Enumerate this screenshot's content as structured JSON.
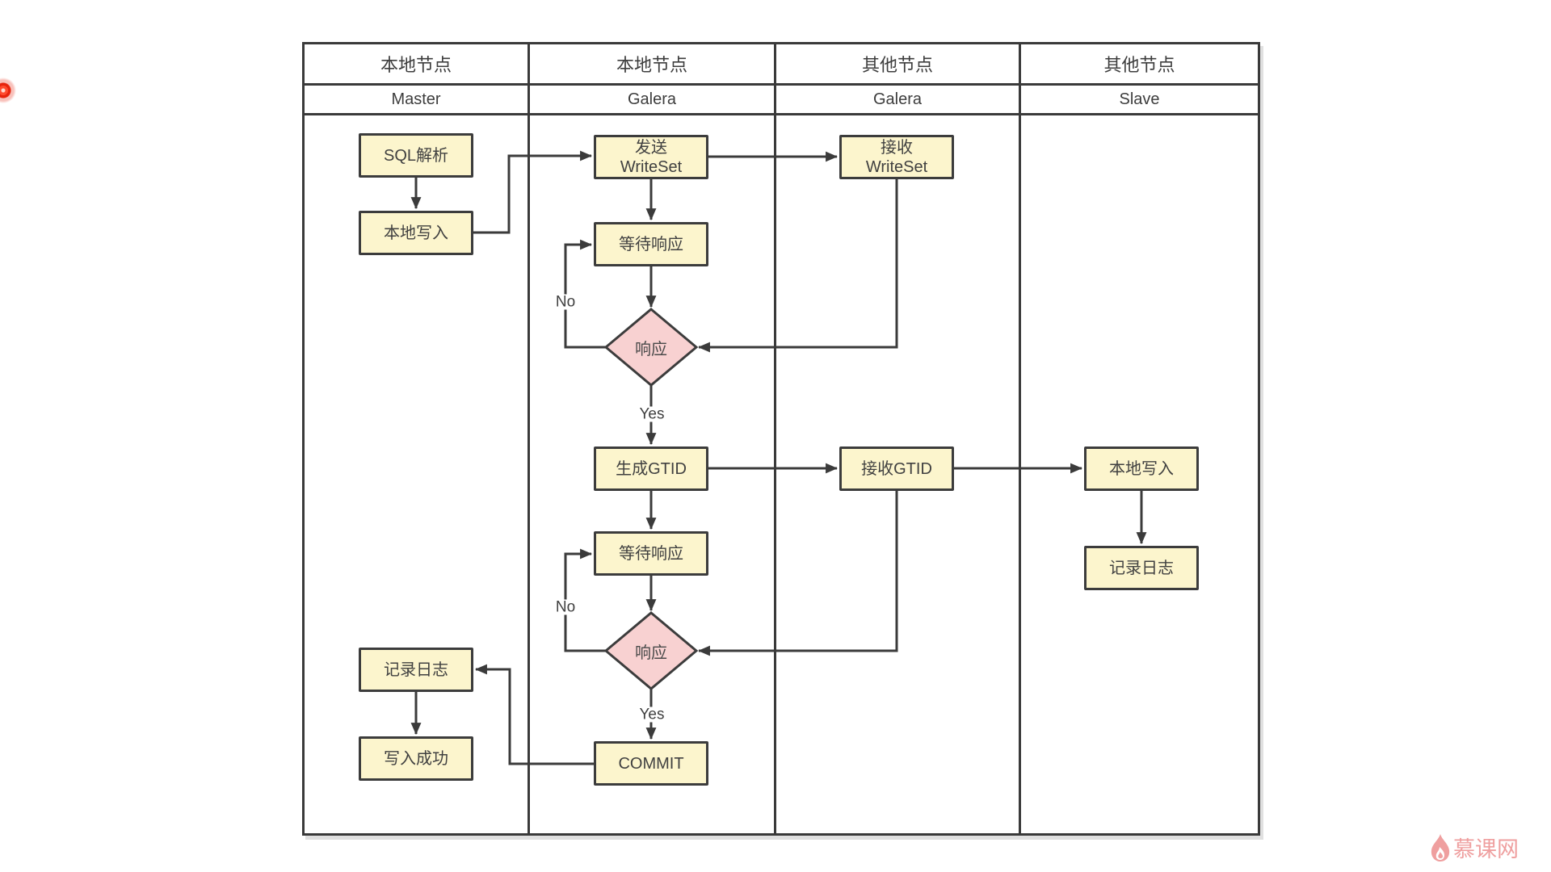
{
  "page": {
    "background": "#ffffff"
  },
  "lanes": {
    "header_row1": [
      "本地节点",
      "本地节点",
      "其他节点",
      "其他节点"
    ],
    "header_row2": [
      "Master",
      "Galera",
      "Galera",
      "Slave"
    ]
  },
  "nodes": {
    "sql_parse": {
      "label": "SQL解析"
    },
    "local_write_master": {
      "label": "本地写入"
    },
    "send_writeset": {
      "label": "发送\nWriteSet"
    },
    "recv_writeset": {
      "label": "接收\nWriteSet"
    },
    "wait_response_1": {
      "label": "等待响应"
    },
    "response_1": {
      "label": "响应"
    },
    "gen_gtid": {
      "label": "生成GTID"
    },
    "recv_gtid": {
      "label": "接收GTID"
    },
    "local_write_slave": {
      "label": "本地写入"
    },
    "log_slave": {
      "label": "记录日志"
    },
    "wait_response_2": {
      "label": "等待响应"
    },
    "response_2": {
      "label": "响应"
    },
    "commit": {
      "label": "COMMIT"
    },
    "log_master": {
      "label": "记录日志"
    },
    "write_success": {
      "label": "写入成功"
    }
  },
  "edge_labels": {
    "no1": "No",
    "yes1": "Yes",
    "no2": "No",
    "yes2": "Yes"
  },
  "edges": [
    {
      "from": "sql_parse",
      "to": "local_write_master"
    },
    {
      "from": "local_write_master",
      "to": "send_writeset"
    },
    {
      "from": "send_writeset",
      "to": "recv_writeset"
    },
    {
      "from": "send_writeset",
      "to": "wait_response_1"
    },
    {
      "from": "wait_response_1",
      "to": "response_1"
    },
    {
      "from": "recv_writeset",
      "to": "response_1"
    },
    {
      "from": "response_1",
      "to": "wait_response_1",
      "label": "No"
    },
    {
      "from": "response_1",
      "to": "gen_gtid",
      "label": "Yes"
    },
    {
      "from": "gen_gtid",
      "to": "recv_gtid"
    },
    {
      "from": "recv_gtid",
      "to": "local_write_slave"
    },
    {
      "from": "gen_gtid",
      "to": "wait_response_2"
    },
    {
      "from": "wait_response_2",
      "to": "response_2"
    },
    {
      "from": "recv_gtid",
      "to": "response_2"
    },
    {
      "from": "response_2",
      "to": "wait_response_2",
      "label": "No"
    },
    {
      "from": "response_2",
      "to": "commit",
      "label": "Yes"
    },
    {
      "from": "commit",
      "to": "log_master"
    },
    {
      "from": "log_master",
      "to": "write_success"
    },
    {
      "from": "local_write_slave",
      "to": "log_slave"
    }
  ],
  "watermark": {
    "text": "慕课网",
    "icon": "flame-icon",
    "color": "#ef9f9f"
  },
  "colors": {
    "line": "#3b3b3b",
    "box_fill": "#fcf5cd",
    "box_border": "#3c3c3c",
    "diamond_fill": "#f8d1d1",
    "text": "#404040",
    "laser_dot": "#e7240d"
  }
}
